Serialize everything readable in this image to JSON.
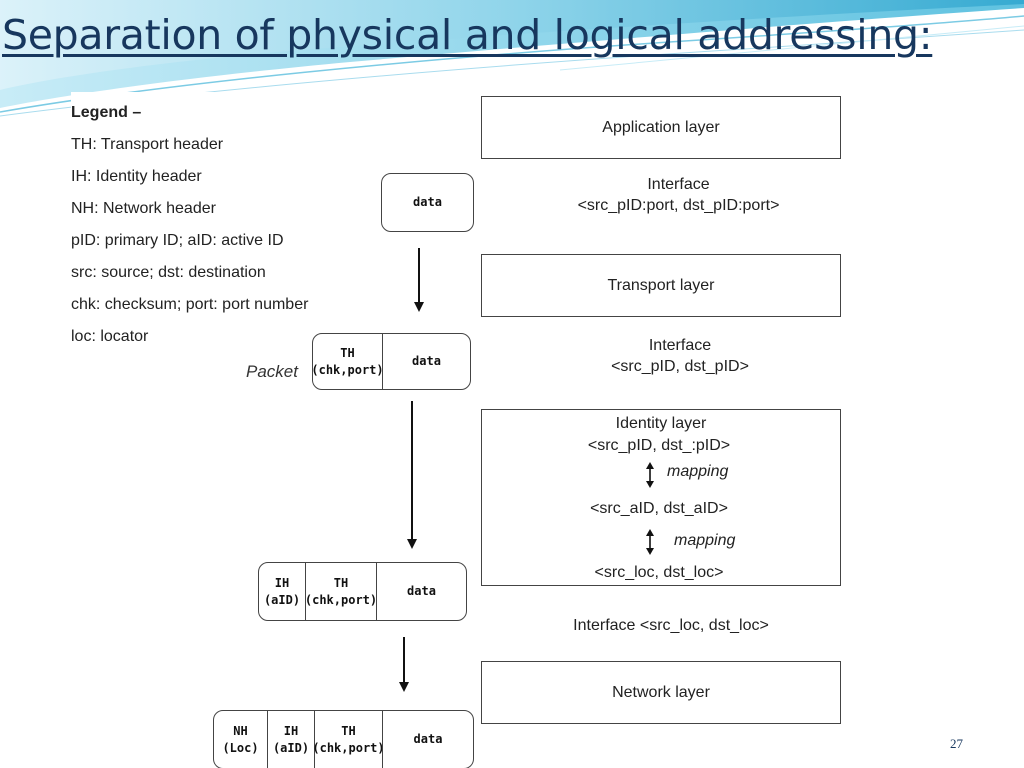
{
  "slide": {
    "title": "Separation of physical and logical addressing:",
    "page_number": "27"
  },
  "legend": {
    "heading": "Legend –",
    "items": [
      "TH: Transport header",
      "IH: Identity header",
      "NH: Network header",
      "pID: primary ID; aID: active ID",
      "src: source; dst: destination",
      "chk: checksum; port: port number",
      "loc: locator"
    ]
  },
  "layers": {
    "application": "Application layer",
    "transport": "Transport layer",
    "identity": {
      "title": "Identity layer",
      "line1": "<src_pID, dst_:pID>",
      "mapping1": "mapping",
      "line2": "<src_aID, dst_aID>",
      "mapping2": "mapping",
      "line3": "<src_loc, dst_loc>"
    },
    "network": "Network layer"
  },
  "interfaces": {
    "app_transport": {
      "line1": "Interface",
      "line2": "<src_pID:port, dst_pID:port>"
    },
    "transport_identity": {
      "line1": "Interface",
      "line2": "<src_pID, dst_pID>"
    },
    "identity_network": "Interface <src_loc, dst_loc>"
  },
  "packets": {
    "label": "Packet",
    "p1": {
      "data": "data"
    },
    "p2": {
      "th": "TH",
      "th_sub": "(chk,port)",
      "data": "data"
    },
    "p3": {
      "ih": "IH",
      "ih_sub": "(aID)",
      "th": "TH",
      "th_sub": "(chk,port)",
      "data": "data"
    },
    "p4": {
      "nh": "NH",
      "nh_sub": "(Loc)",
      "ih": "IH",
      "ih_sub": "(aID)",
      "th": "TH",
      "th_sub": "(chk,port)",
      "data": "data"
    }
  },
  "colors": {
    "title": "#17375e",
    "wave_light": "#b9e4f2",
    "wave_mid": "#5fc2e0",
    "wave_dark": "#2fa6cf"
  }
}
